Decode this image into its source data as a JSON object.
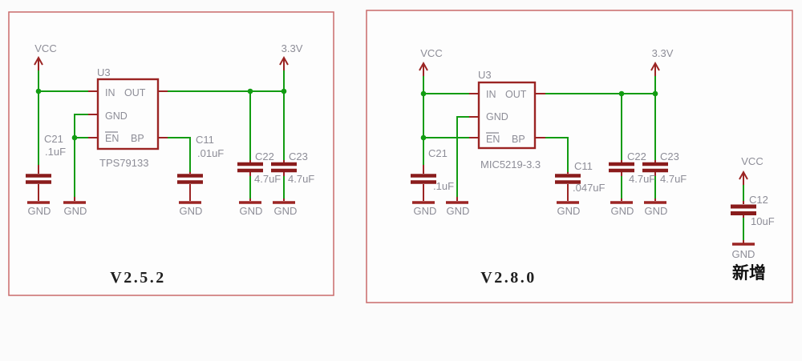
{
  "colors": {
    "box_border": "#c96b6b",
    "wire_green": "#129c12",
    "component_red": "#9b2423",
    "plate_red": "#8a1c1c",
    "label_gray": "#8d8d97",
    "caption_black": "#1f1f1f",
    "background": "#fbfbfb"
  },
  "left_panel": {
    "caption": "V2.5.2",
    "vcc_label": "VCC",
    "vout_label": "3.3V",
    "ic": {
      "refdes": "U3",
      "part_number": "TPS79133",
      "pin_in": "IN",
      "pin_out": "OUT",
      "pin_gnd": "GND",
      "pin_en": "EN",
      "pin_bp": "BP"
    },
    "caps": {
      "c21": {
        "ref": "C21",
        "value": ".1uF"
      },
      "c11": {
        "ref": "C11",
        "value": ".01uF"
      },
      "c22": {
        "ref": "C22",
        "value": "4.7uF"
      },
      "c23": {
        "ref": "C23",
        "value": "4.7uF"
      }
    },
    "gnd_labels": [
      "GND",
      "GND",
      "GND",
      "GND",
      "GND"
    ]
  },
  "right_panel": {
    "caption": "V2.8.0",
    "vcc_label": "VCC",
    "vout_label": "3.3V",
    "ic": {
      "refdes": "U3",
      "part_number": "MIC5219-3.3",
      "pin_in": "IN",
      "pin_out": "OUT",
      "pin_gnd": "GND",
      "pin_en": "EN",
      "pin_bp": "BP"
    },
    "caps": {
      "c21": {
        "ref": "C21",
        "value": ".1uF"
      },
      "c11": {
        "ref": "C11",
        "value": ".047uF"
      },
      "c22": {
        "ref": "C22",
        "value": "4.7uF"
      },
      "c23": {
        "ref": "C23",
        "value": "4.7uF"
      }
    },
    "gnd_labels": [
      "GND",
      "GND",
      "GND",
      "GND",
      "GND"
    ]
  },
  "added_section": {
    "caption": "新增",
    "vcc_label": "VCC",
    "cap": {
      "ref": "C12",
      "value": "10uF"
    },
    "gnd_label": "GND"
  }
}
